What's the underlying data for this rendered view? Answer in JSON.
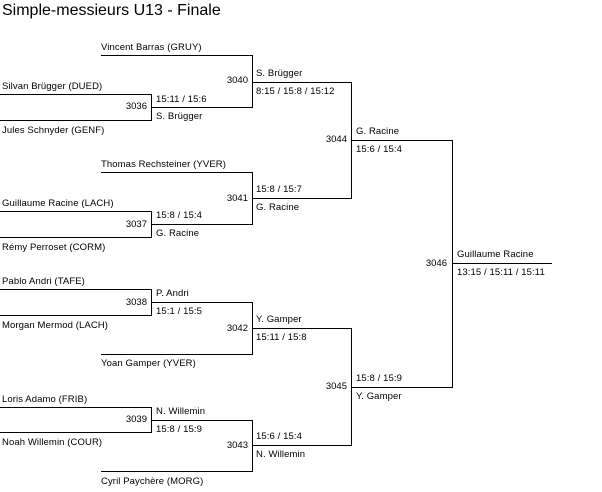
{
  "title": "Simple-messieurs U13 - Finale",
  "players": {
    "p1": "Vincent Barras (GRUY)",
    "p2": "Silvan Brügger (DUED)",
    "p3": "Jules Schnyder (GENF)",
    "p4": "Thomas Rechsteiner (YVER)",
    "p5": "Guillaume Racine (LACH)",
    "p6": "Rémy Perroset (CORM)",
    "p7": "Pablo Andri (TAFE)",
    "p8": "Morgan Mermod (LACH)",
    "p9": "Yoan Gamper (YVER)",
    "p10": "Loris Adamo (FRIB)",
    "p11": "Noah Willemin (COUR)",
    "p12": "Cyril Paychère (MORG)"
  },
  "matches": {
    "m3036": {
      "number": "3036",
      "winner": "S. Brügger",
      "score": "15:11 / 15:6"
    },
    "m3037": {
      "number": "3037",
      "winner": "G. Racine",
      "score": "15:8 / 15:4"
    },
    "m3038": {
      "number": "3038",
      "winner": "P. Andri",
      "score": "15:1 / 15:5"
    },
    "m3039": {
      "number": "3039",
      "winner": "N. Willemin",
      "score": "15:8 / 15:9"
    },
    "m3040": {
      "number": "3040",
      "winner": "S. Brügger",
      "score": "8:15 / 15:8 / 15:12"
    },
    "m3041": {
      "number": "3041",
      "winner": "G. Racine",
      "score": "15:8 / 15:7"
    },
    "m3042": {
      "number": "3042",
      "winner": "Y. Gamper",
      "score": "15:11 / 15:8"
    },
    "m3043": {
      "number": "3043",
      "winner": "N. Willemin",
      "score": "15:6 / 15:4"
    },
    "m3044": {
      "number": "3044",
      "winner": "G. Racine",
      "score": "15:6 / 15:4"
    },
    "m3045": {
      "number": "3045",
      "winner": "Y. Gamper",
      "score": "15:8 / 15:9"
    },
    "m3046": {
      "number": "3046",
      "winner": "Guillaume Racine",
      "score": "13:15 / 15:11 / 15:11"
    }
  }
}
